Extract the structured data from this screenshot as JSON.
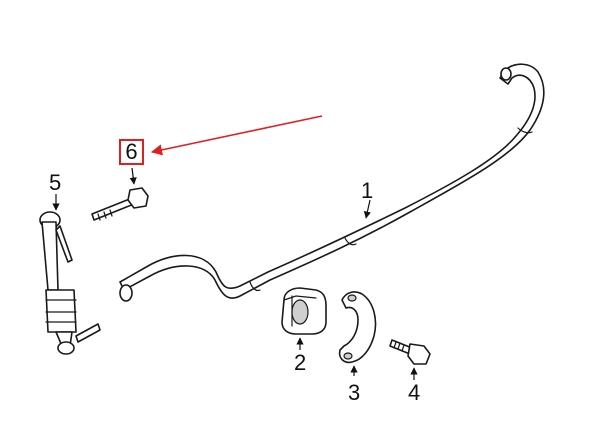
{
  "callouts": {
    "bar": "1",
    "bushing": "2",
    "bracket": "3",
    "bolt": "4",
    "link": "5",
    "link_bolt": "6"
  },
  "colors": {
    "line": "#1a1a1a",
    "highlight": "#e02020",
    "background": "#ffffff"
  }
}
